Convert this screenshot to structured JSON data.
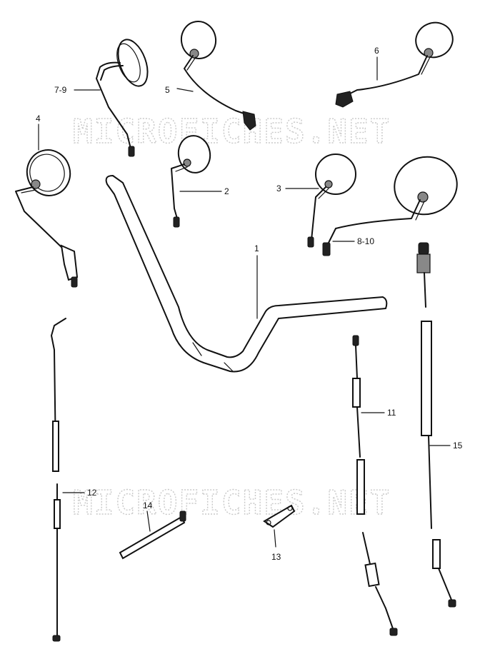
{
  "watermark": "MICROFICHES.NET",
  "callouts": {
    "c1": "1",
    "c2": "2",
    "c3": "3",
    "c4": "4",
    "c5": "5",
    "c6": "6",
    "c7_9": "7-9",
    "c8_10": "8-10",
    "c11": "11",
    "c12": "12",
    "c13": "13",
    "c14": "14",
    "c15": "15"
  }
}
